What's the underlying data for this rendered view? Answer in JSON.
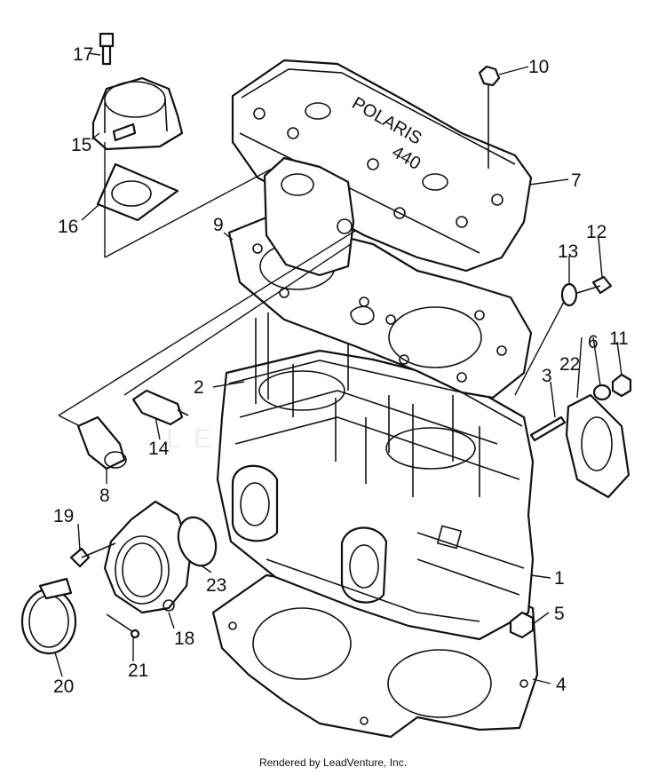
{
  "watermark": "LEADVENTURE",
  "footer": "Rendered by LeadVenture, Inc.",
  "callouts": {
    "c1": "1",
    "c2": "2",
    "c3": "3",
    "c4": "4",
    "c5": "5",
    "c6": "6",
    "c7": "7",
    "c8": "8",
    "c9": "9",
    "c10": "10",
    "c11": "11",
    "c12": "12",
    "c13": "13",
    "c14": "14",
    "c15": "15",
    "c16": "16",
    "c17": "17",
    "c18": "18",
    "c19": "19",
    "c20": "20",
    "c21": "21",
    "c22": "22",
    "c23": "23"
  }
}
